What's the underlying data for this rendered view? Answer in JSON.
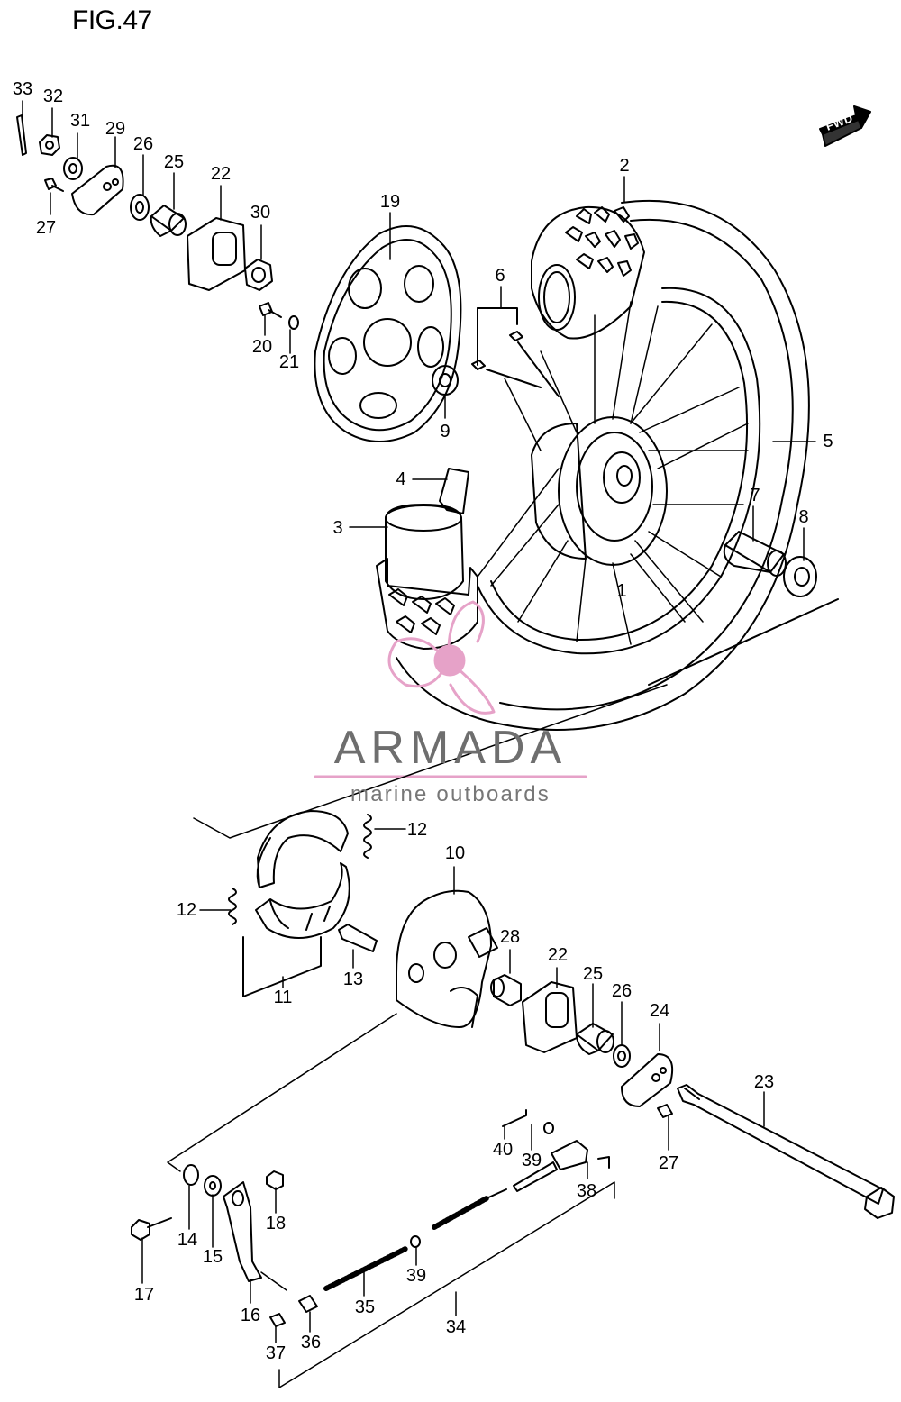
{
  "figure": {
    "title": "FIG.47",
    "direction_label": "FWD"
  },
  "watermark": {
    "brand": "ARMADA",
    "tagline": "marine outboards",
    "accent_color": "#e6a2c8",
    "text_color": "#6e6e6e"
  },
  "callouts": [
    {
      "id": "c33",
      "label": "33"
    },
    {
      "id": "c32",
      "label": "32"
    },
    {
      "id": "c31",
      "label": "31"
    },
    {
      "id": "c29",
      "label": "29"
    },
    {
      "id": "c26a",
      "label": "26"
    },
    {
      "id": "c25a",
      "label": "25"
    },
    {
      "id": "c22a",
      "label": "22"
    },
    {
      "id": "c27a",
      "label": "27"
    },
    {
      "id": "c30",
      "label": "30"
    },
    {
      "id": "c19",
      "label": "19"
    },
    {
      "id": "c20",
      "label": "20"
    },
    {
      "id": "c21",
      "label": "21"
    },
    {
      "id": "c2",
      "label": "2"
    },
    {
      "id": "c6",
      "label": "6"
    },
    {
      "id": "c9",
      "label": "9"
    },
    {
      "id": "c5",
      "label": "5"
    },
    {
      "id": "c4",
      "label": "4"
    },
    {
      "id": "c3",
      "label": "3"
    },
    {
      "id": "c7",
      "label": "7"
    },
    {
      "id": "c8",
      "label": "8"
    },
    {
      "id": "c1",
      "label": "1"
    },
    {
      "id": "c12a",
      "label": "12"
    },
    {
      "id": "c10",
      "label": "10"
    },
    {
      "id": "c12b",
      "label": "12"
    },
    {
      "id": "c28",
      "label": "28"
    },
    {
      "id": "c22b",
      "label": "22"
    },
    {
      "id": "c25b",
      "label": "25"
    },
    {
      "id": "c26b",
      "label": "26"
    },
    {
      "id": "c24",
      "label": "24"
    },
    {
      "id": "c13",
      "label": "13"
    },
    {
      "id": "c11",
      "label": "11"
    },
    {
      "id": "c23",
      "label": "23"
    },
    {
      "id": "c27b",
      "label": "27"
    },
    {
      "id": "c40",
      "label": "40"
    },
    {
      "id": "c39a",
      "label": "39"
    },
    {
      "id": "c38",
      "label": "38"
    },
    {
      "id": "c14",
      "label": "14"
    },
    {
      "id": "c15",
      "label": "15"
    },
    {
      "id": "c18",
      "label": "18"
    },
    {
      "id": "c17",
      "label": "17"
    },
    {
      "id": "c39b",
      "label": "39"
    },
    {
      "id": "c16",
      "label": "16"
    },
    {
      "id": "c35",
      "label": "35"
    },
    {
      "id": "c34",
      "label": "34"
    },
    {
      "id": "c37",
      "label": "37"
    },
    {
      "id": "c36",
      "label": "36"
    }
  ]
}
